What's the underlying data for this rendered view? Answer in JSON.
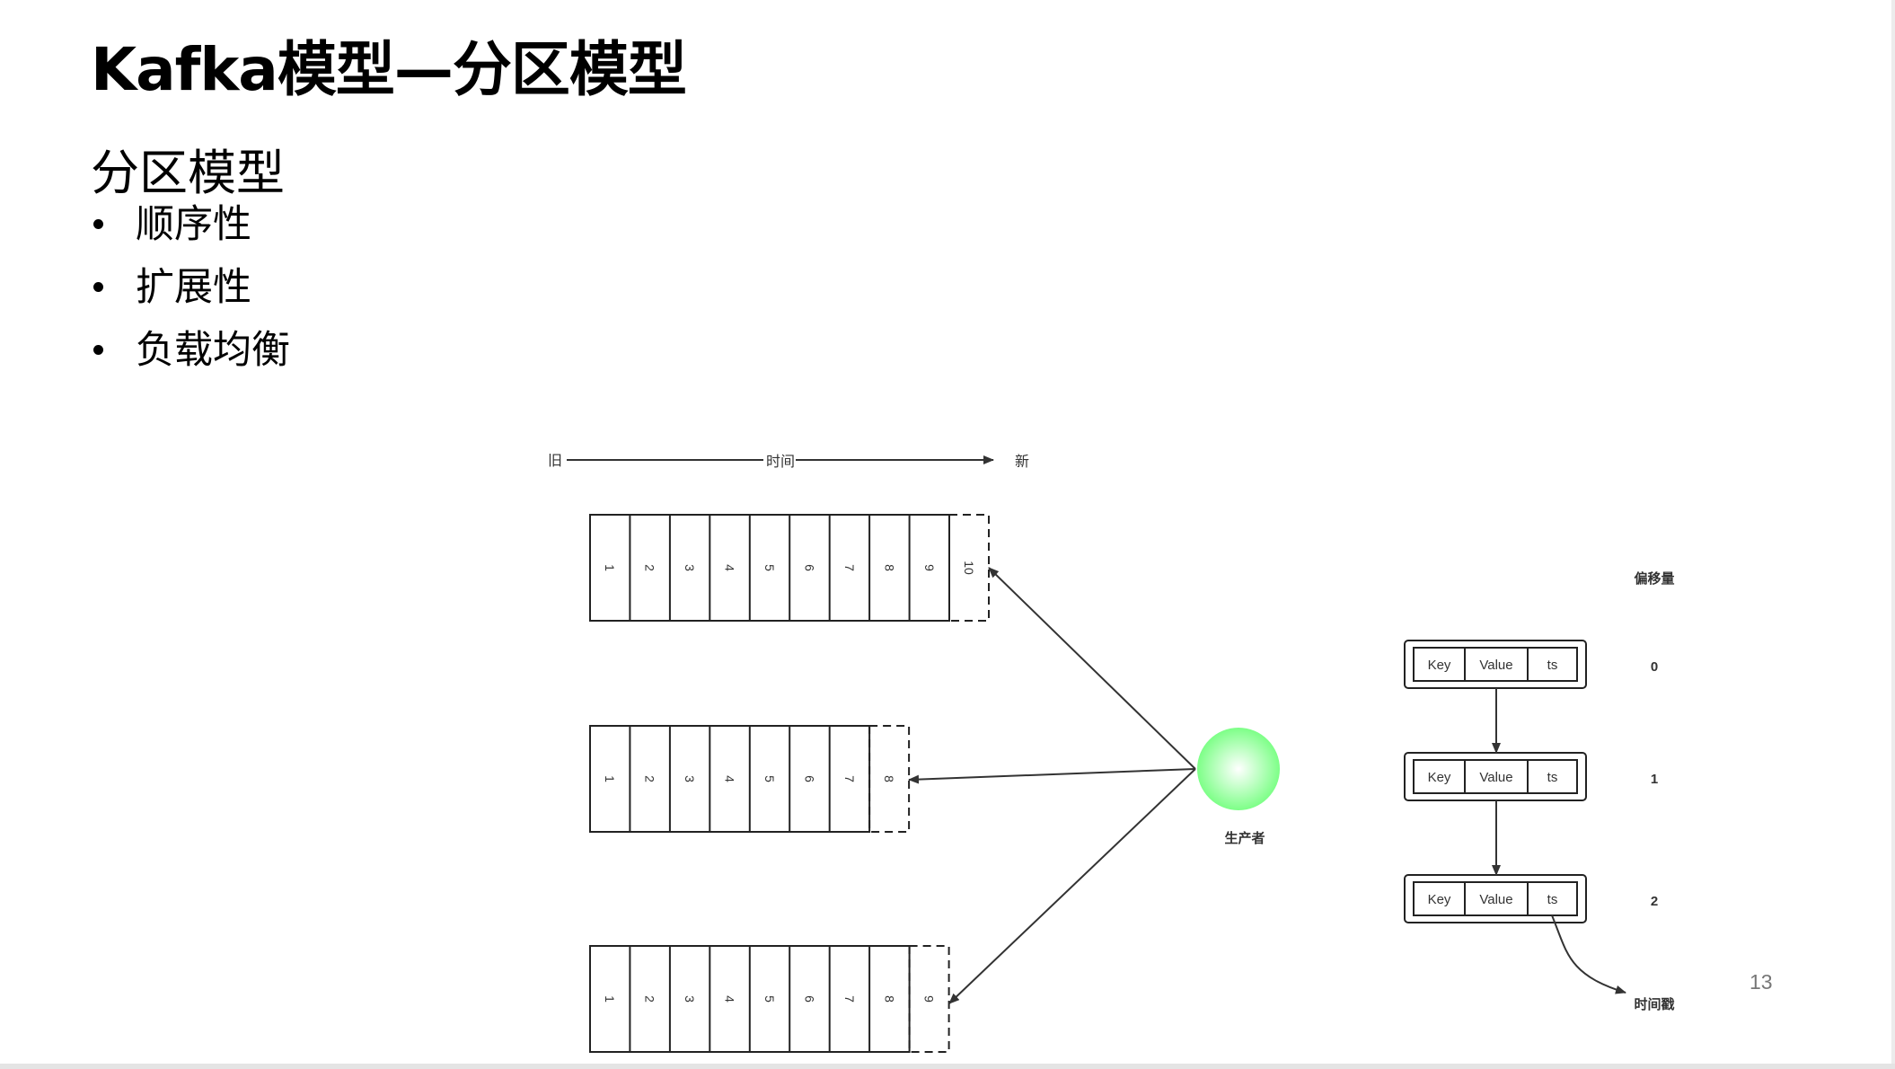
{
  "slide": {
    "title": "Kafka模型—分区模型",
    "subtitle": "分区模型",
    "bullets": [
      "顺序性",
      "扩展性",
      "负载均衡"
    ],
    "page_number": "13"
  },
  "diagram": {
    "time_axis": {
      "old_label": "旧",
      "middle_label": "时间",
      "new_label": "新"
    },
    "partitions": [
      {
        "segments": [
          "1",
          "2",
          "3",
          "4",
          "5",
          "6",
          "7",
          "8",
          "9"
        ],
        "next_segment": "10"
      },
      {
        "segments": [
          "1",
          "2",
          "3",
          "4",
          "5",
          "6",
          "7"
        ],
        "next_segment": "8"
      },
      {
        "segments": [
          "1",
          "2",
          "3",
          "4",
          "5",
          "6",
          "7",
          "8"
        ],
        "next_segment": "9"
      }
    ],
    "producer": {
      "label": "生产者",
      "color": "#7dff87"
    },
    "offset_header": "偏移量",
    "records": [
      {
        "fields": [
          "Key",
          "Value",
          "ts"
        ],
        "offset": "0"
      },
      {
        "fields": [
          "Key",
          "Value",
          "ts"
        ],
        "offset": "1"
      },
      {
        "fields": [
          "Key",
          "Value",
          "ts"
        ],
        "offset": "2"
      }
    ],
    "timestamp_label": "时间戳"
  }
}
